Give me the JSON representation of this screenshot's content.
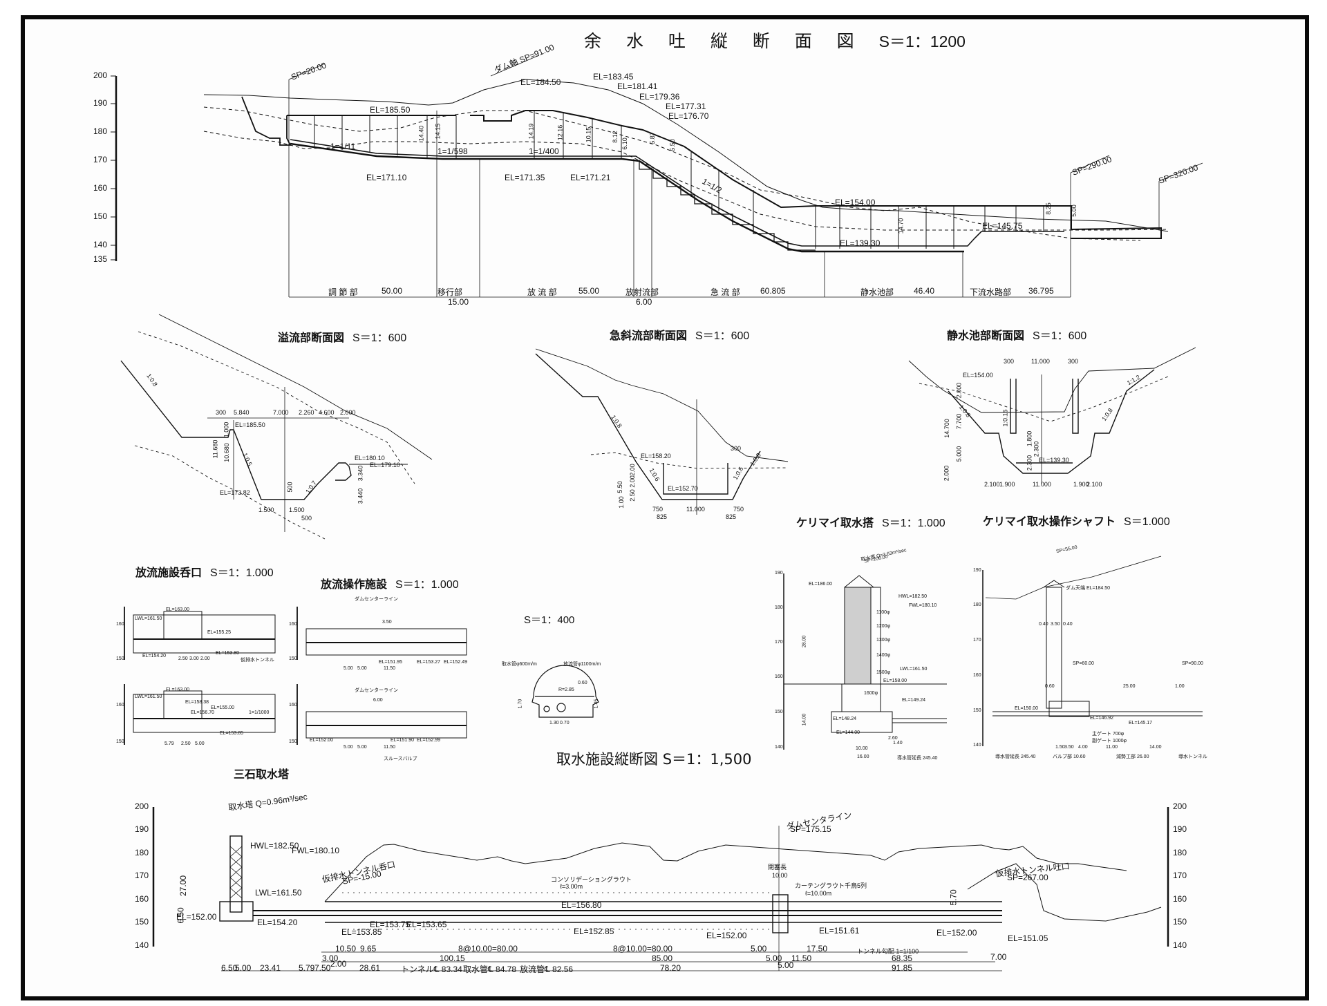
{
  "drawing": {
    "main_title": "余 水 吐 縦 断 面 図",
    "main_scale": "S＝1：1200",
    "spillway_profile": {
      "axis_ticks": [
        "200",
        "190",
        "180",
        "170",
        "160",
        "150",
        "140",
        "135"
      ],
      "stations": [
        "SP=20.00",
        "ダム軸 SP=91.00",
        "SP=290.00",
        "SP=320.00"
      ],
      "elevations": [
        "EL=185.50",
        "EL=171.10",
        "EL=171.35",
        "EL=171.21",
        "EL=184.50",
        "EL=183.45",
        "EL=181.41",
        "EL=179.36",
        "EL=177.31",
        "EL=176.70",
        "EL=154.00",
        "EL=145.75",
        "EL=139.30"
      ],
      "slopes": [
        "1=1/11",
        "1=1/598",
        "1=1/400",
        "1=1/2"
      ],
      "depths": [
        "14.40",
        "14.15",
        "14.19",
        "12.16",
        "10.15",
        "8.12",
        "6.10",
        "5.87",
        "5.50",
        "14.70",
        "8.25",
        "5.00"
      ],
      "sections": [
        {
          "name": "調 節 部",
          "length": "50.00"
        },
        {
          "name": "移行部",
          "length": "15.00"
        },
        {
          "name": "放 流 部",
          "length": "55.00"
        },
        {
          "name": "放射流部",
          "length": "6.00"
        },
        {
          "name": "急 流 部",
          "length": "60.805"
        },
        {
          "name": "静水池部",
          "length": "46.40"
        },
        {
          "name": "下流水路部",
          "length": "36.795"
        }
      ]
    },
    "overflow_section": {
      "title": "溢流部断面図",
      "scale": "S＝1：600",
      "slope_labels": [
        "1:0.8",
        "1:0.5",
        "1:0.7"
      ],
      "dims_top": [
        "300",
        "5.840",
        "7.000",
        "2.260",
        "4.600",
        "2.000"
      ],
      "dims_vertical": [
        "1.000",
        "11.680",
        "10.680",
        "500",
        "3.340",
        "3.440"
      ],
      "dims_bottom": [
        "1.500",
        "1.500",
        "500"
      ],
      "elevations": [
        "EL=185.50",
        "EL=180.10",
        "EL=179.10",
        "EL=173.82"
      ]
    },
    "steep_section": {
      "title": "急斜流部断面図",
      "scale": "S＝1：600",
      "slope_labels": [
        "1:0.8",
        "1:0.6",
        "1:0.6",
        "1:0.8"
      ],
      "dims_vertical": [
        "5.50",
        "1.00",
        "2.00",
        "2.00",
        "2.50"
      ],
      "dims_bottom": [
        "750",
        "825",
        "11.000",
        "750",
        "825"
      ],
      "dims_top": [
        "300"
      ],
      "elevations": [
        "EL=158.20",
        "EL=152.70"
      ]
    },
    "stilling_section": {
      "title": "静水池部断面図",
      "scale": "S＝1：600",
      "dims_top": [
        "300",
        "11.000",
        "300"
      ],
      "dims_vertical": [
        "2.000",
        "14.700",
        "7.700",
        "5.000",
        "2.000",
        "1.800",
        "2.300",
        "2.300"
      ],
      "dims_bottom": [
        "2.100",
        "1.900",
        "11.000",
        "1.900",
        "2.100"
      ],
      "slope_labels": [
        "1:0.8",
        "1:0.15",
        "1:0.8",
        "1:1.2"
      ],
      "elevations": [
        "EL=154.00",
        "EL=139.30"
      ]
    },
    "outlet_inlet": {
      "title": "放流施設呑口",
      "scale": "S＝1：1.000",
      "labels": [
        "EL=163.00",
        "LWL=161.50",
        "EL=155.25",
        "EL=154.20",
        "EL=153.80",
        "2.50",
        "3.00",
        "2.00",
        "仮排水トンネル",
        "EL=158.38",
        "EL=156.70",
        "EL=155.00",
        "1=1/1000",
        "EL=153.85",
        "5.79",
        "2.50",
        "5.00"
      ],
      "axis_ticks": [
        "160",
        "150"
      ]
    },
    "outlet_control": {
      "title": "放流操作施設",
      "scale": "S＝1：1.000",
      "labels": [
        "ダムセンターライン",
        "3.50",
        "EL=151.95",
        "EL=153.27",
        "EL=152.49",
        "5.00",
        "5.00",
        "11.50",
        "6.00",
        "EL=152.00",
        "EL=151.90",
        "EL=152.99",
        "スルースバルブ"
      ],
      "axis_ticks": [
        "160",
        "150"
      ]
    },
    "mitsuishi_tower": {
      "title": "三石取水塔"
    },
    "tunnel_section": {
      "scale": "S＝1：400",
      "labels": [
        "取水管φ600m/m",
        "放流管φ1100m/m",
        "R=2.85",
        "0.60",
        "1.70",
        "1.45",
        "1.30",
        "0.70"
      ]
    },
    "kerimai_tower": {
      "title": "ケリマイ取水搭",
      "scale": "S＝1：1.000",
      "labels": [
        "取水塔 Q=3.63m³/sec",
        "SP=200.00",
        "EL=186.00",
        "HWL=182.50",
        "FWL=180.10",
        "1100φ",
        "1200φ",
        "1300φ",
        "1400φ",
        "1500φ",
        "1600φ",
        "LWL=161.50",
        "EL=158.00",
        "EL=149.24",
        "EL=148.24",
        "EL=144.00",
        "28.00",
        "14.00",
        "10.00",
        "16.00",
        "2.60",
        "1.40",
        "導水管延長 245.40"
      ],
      "axis_ticks": [
        "190",
        "180",
        "170",
        "160",
        "150",
        "140"
      ]
    },
    "kerimai_shaft": {
      "title": "ケリマイ取水操作シャフト",
      "scale": "S＝1.000",
      "labels": [
        "SP=55.00",
        "ダム天端 EL=184.50",
        "0.40",
        "3.50",
        "0.40",
        "SP=60.00",
        "SP=90.00",
        "0.60",
        "25.00",
        "1.00",
        "EL=150.00",
        "EL=146.92",
        "EL=145.17",
        "主ゲート 700φ",
        "副ゲート 1000φ",
        "1.50",
        "3.50",
        "4.00",
        "11.00",
        "14.00",
        "導水管延長 245.40",
        "バルブ部 10.60",
        "減勢工部 26.00",
        "導水トンネル"
      ],
      "axis_ticks": [
        "190",
        "180",
        "170",
        "160",
        "150",
        "140"
      ]
    },
    "intake_profile": {
      "title": "取水施設縦断図",
      "scale": "S＝1：1,500",
      "axis_ticks": [
        "200",
        "190",
        "180",
        "170",
        "160",
        "150",
        "140"
      ],
      "labels": {
        "tower": "取水塔 Q=0.96m³/sec",
        "hwl": "HWL=182.50",
        "fwl": "FWL=180.10",
        "lwl": "LWL=161.50",
        "tunnel_inlet": "仮排水トンネル呑口",
        "tunnel_inlet_sp": "SP=-15.00",
        "grout": "コンソリデーショングラウト",
        "grout_len": "ℓ=3.00m",
        "dam_center": "ダムセンタライン",
        "dam_center_sp": "SP=175.15",
        "plug": "閉塞長",
        "plug_len": "10.00",
        "curtain": "カーテングラウト千鳥5列",
        "curtain_len": "ℓ=10.00m",
        "tunnel_outlet": "仮排水トンネル吐口",
        "tunnel_outlet_sp": "SP=267.00",
        "gradient": "トンネル勾配 1=1/100"
      },
      "elevations": [
        "EL=152.00",
        "EL=154.20",
        "EL=153.75",
        "EL=153.65",
        "EL=153.85",
        "EL=156.80",
        "EL=152.85",
        "EL=152.00",
        "EL=151.61",
        "EL=152.00",
        "EL=151.05"
      ],
      "dims": [
        "27.00",
        "6.50",
        "10.50",
        "9.65",
        "8@10.00=80.00",
        "8@10.00=80.00",
        "100.15",
        "85.00",
        "3.00",
        "2.00",
        "5.00",
        "5.00",
        "11.50",
        "17.50",
        "68.35",
        "7.00",
        "5.70",
        "5.00"
      ],
      "bottom_dims": [
        "6.50",
        "5.00",
        "23.41",
        "5.79",
        "7.50",
        "28.61",
        "トンネル℄ 83.34",
        "取水管℄ 84.78",
        "放流管℄ 82.56",
        "78.20",
        "91.85"
      ]
    }
  }
}
